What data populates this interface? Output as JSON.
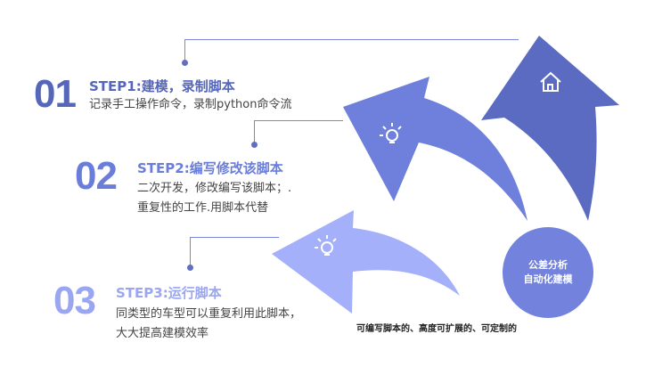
{
  "steps": [
    {
      "number": "01",
      "title": "STEP1:建模，录制脚本",
      "desc": [
        "记录手工操作命令，录制python命令流"
      ]
    },
    {
      "number": "02",
      "title": "STEP2:编写修改该脚本",
      "desc": [
        "二次开发，修改编写该脚本；.",
        "重复性的工作.用脚本代替"
      ]
    },
    {
      "number": "03",
      "title": "STEP3:运行脚本",
      "desc": [
        "同类型的车型可以重复利用此脚本，",
        "大大提高建模效率"
      ]
    }
  ],
  "circle": {
    "line1": "公差分析",
    "line2": "自动化建模"
  },
  "caption": "可编写脚本的、高度可扩展的、可定制的",
  "colors": {
    "step1": "#5566bb",
    "step2": "#6a7ddb",
    "step3": "#9aa6f2",
    "arrow_dark": "#5b6bc2",
    "arrow_mid": "#6f80dc",
    "arrow_light": "#a5b0fa"
  }
}
